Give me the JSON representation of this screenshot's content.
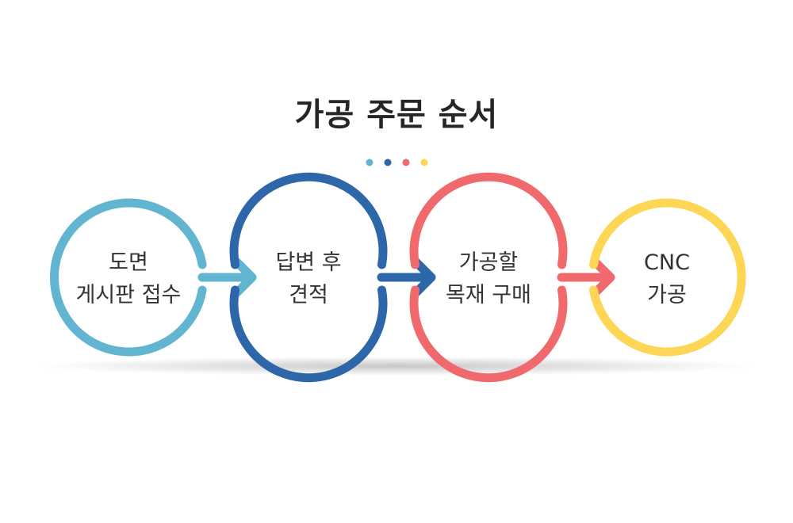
{
  "title": "가공 주문 순서",
  "colors": {
    "step1": "#62B5D1",
    "step2": "#2E67A9",
    "step3": "#F0696D",
    "step4": "#FDD655",
    "text": "#333333",
    "title": "#262626"
  },
  "steps": [
    {
      "line1": "도면",
      "line2": "게시판 접수",
      "color_key": "step1"
    },
    {
      "line1": "답변 후",
      "line2": "견적",
      "color_key": "step2"
    },
    {
      "line1": "가공할",
      "line2": "목재 구매",
      "color_key": "step3"
    },
    {
      "line1": "CNC",
      "line2": "가공",
      "color_key": "step4"
    }
  ]
}
